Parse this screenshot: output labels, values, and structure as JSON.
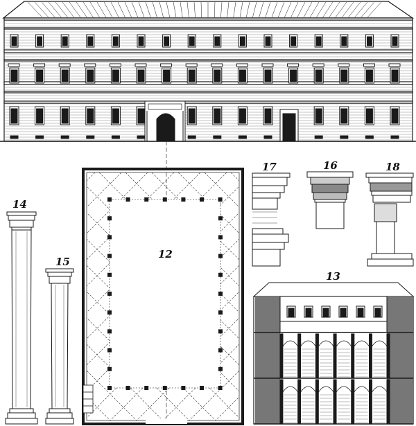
{
  "figures": {
    "plan": "12",
    "section": "13",
    "column_large": "14",
    "column_small": "15",
    "capital_a": "16",
    "cornice": "17",
    "capital_b": "18"
  },
  "colors": {
    "ink": "#1a1a1a",
    "paper": "#ffffff",
    "hatch": "#444444"
  }
}
